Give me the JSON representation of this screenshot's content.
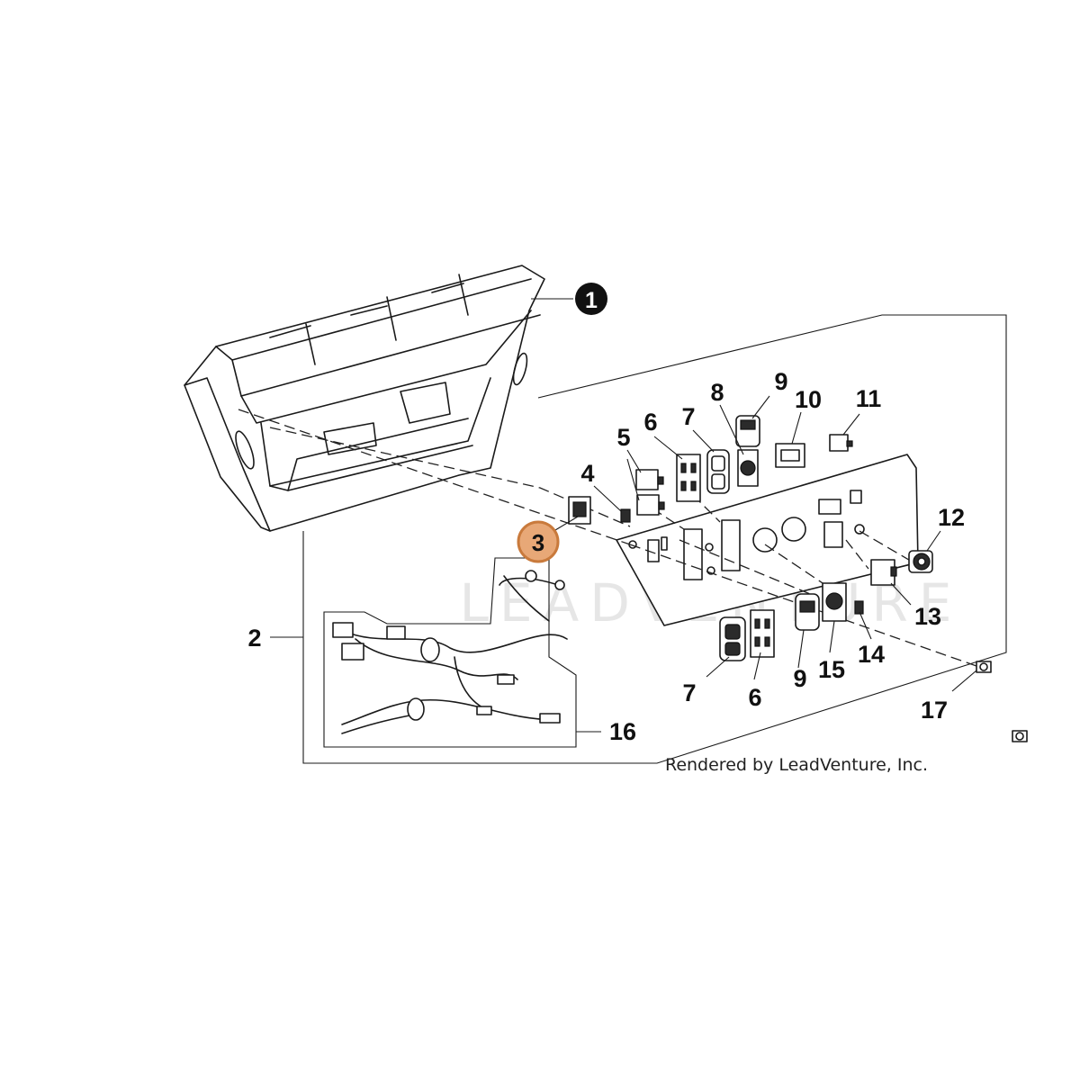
{
  "callouts": {
    "c1": "1",
    "c2": "2",
    "c3": "3",
    "c4": "4",
    "c5": "5",
    "c6a": "6",
    "c6b": "6",
    "c7a": "7",
    "c7b": "7",
    "c8": "8",
    "c9a": "9",
    "c9b": "9",
    "c10": "10",
    "c11": "11",
    "c12": "12",
    "c13": "13",
    "c14": "14",
    "c15": "15",
    "c16": "16",
    "c17": "17"
  },
  "highlighted_callout": "3",
  "credit": "Rendered by LeadVenture, Inc.",
  "watermark": "LEADVENTURE",
  "colors": {
    "highlight_fill": "#e8a877",
    "highlight_stroke": "#c97a3c",
    "line": "#1a1a1a",
    "watermark": "#e6e6e6"
  }
}
